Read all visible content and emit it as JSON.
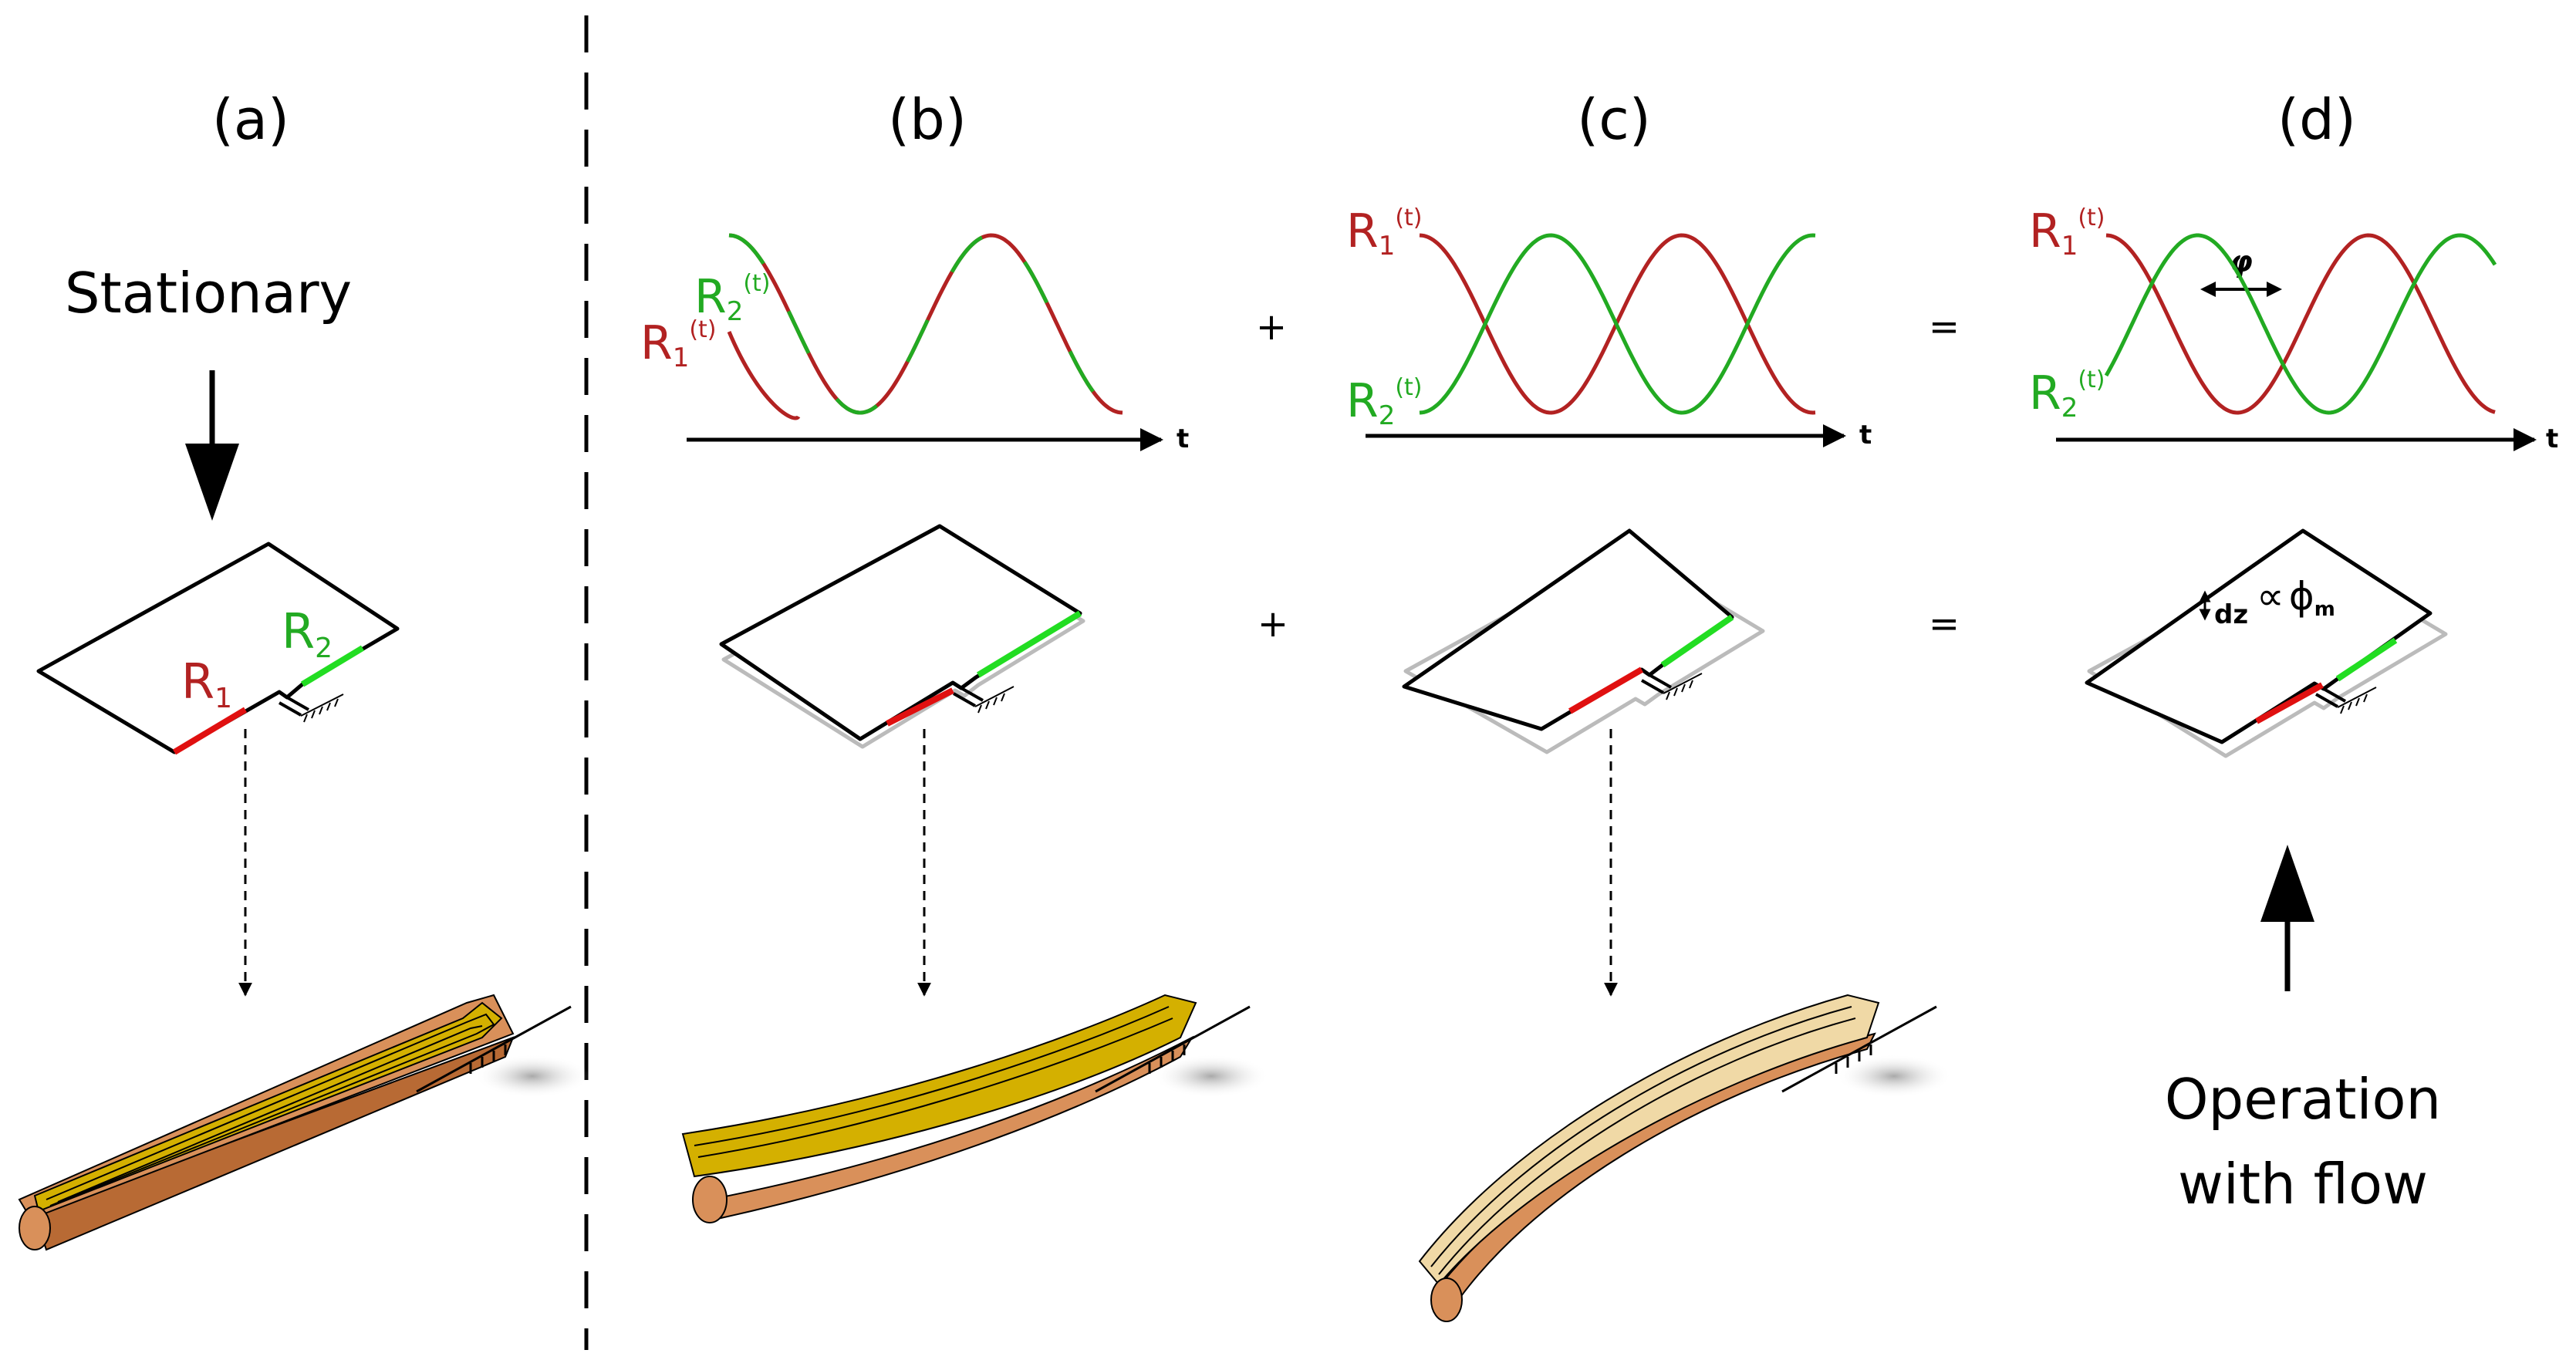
{
  "panels": {
    "a": {
      "label": "(a)",
      "title": "Stationary"
    },
    "b": {
      "label": "(b)"
    },
    "c": {
      "label": "(c)"
    },
    "d": {
      "label": "(d)",
      "caption_line1": "Operation",
      "caption_line2": "with flow"
    }
  },
  "operators": {
    "plus": "+",
    "equals": "="
  },
  "signals": {
    "r1": {
      "letter": "R",
      "sub": "1",
      "sup": "(t)"
    },
    "r2": {
      "letter": "R",
      "sub": "2",
      "sup": "(t)"
    },
    "axis_label": "t",
    "phase_label": "φ"
  },
  "plate": {
    "r1": {
      "letter": "R",
      "sub": "1"
    },
    "r2": {
      "letter": "R",
      "sub": "2"
    },
    "dz_label": "dz",
    "proportional_symbol": "∝",
    "phi_symbol": "ϕ",
    "phi_sub": "m"
  },
  "colors": {
    "red": "#b22222",
    "green": "#22aa22",
    "strain_red": "#e01010",
    "strain_green": "#22dd22",
    "beam_copper": "#d9905a",
    "beam_gold": "#d4b000",
    "beam_light": "#f0d9a6"
  }
}
